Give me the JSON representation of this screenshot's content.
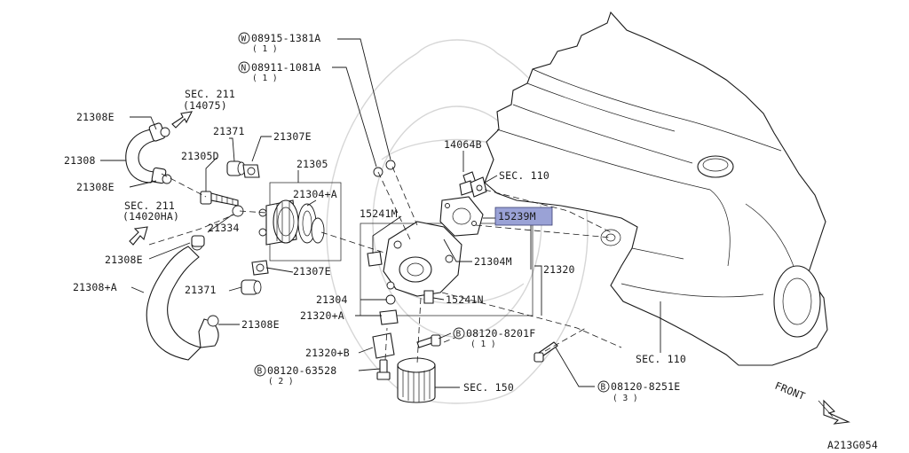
{
  "diagram_id": "A213G054",
  "direction_label": "FRONT",
  "highlight_color": "#9aa2d6",
  "labels": {
    "w_08915": "08915-1381A",
    "w_08915_qty": "( 1 )",
    "n_08911": "08911-1081A",
    "n_08911_qty": "( 1 )",
    "sec211_top": "SEC. 211",
    "sec211_top_sub": "(14075)",
    "p21308e_a": "21308E",
    "p21308": "21308",
    "p21308e_b": "21308E",
    "p21371_a": "21371",
    "p21307e_a": "21307E",
    "p21305d": "21305D",
    "p21305": "21305",
    "p21304a": "21304+A",
    "p14064b": "14064B",
    "sec110_a": "SEC. 110",
    "p15241m": "15241M",
    "p15239m": "15239M",
    "sec211_mid": "SEC. 211",
    "sec211_mid_sub": "(14020HA)",
    "p21334": "21334",
    "p21308e_c": "21308E",
    "p21307e_b": "21307E",
    "p21304m": "21304M",
    "p21320": "21320",
    "p21308a": "21308+A",
    "p21371_b": "21371",
    "p21304": "21304",
    "p15241n": "15241N",
    "p21320a": "21320+A",
    "p21308e_d": "21308E",
    "b_08120_8201f": "08120-8201F",
    "b_08120_8201f_qty": "( 1 )",
    "p21320b": "21320+B",
    "b_08120_63528": "08120-63528",
    "b_08120_63528_qty": "( 2 )",
    "sec150": "SEC. 150",
    "b_08120_8251e": "08120-8251E",
    "b_08120_8251e_qty": "( 3 )",
    "sec110_b": "SEC. 110"
  },
  "circled_letters": {
    "w": "W",
    "n": "N",
    "b1": "B",
    "b2": "B",
    "b3": "B"
  }
}
